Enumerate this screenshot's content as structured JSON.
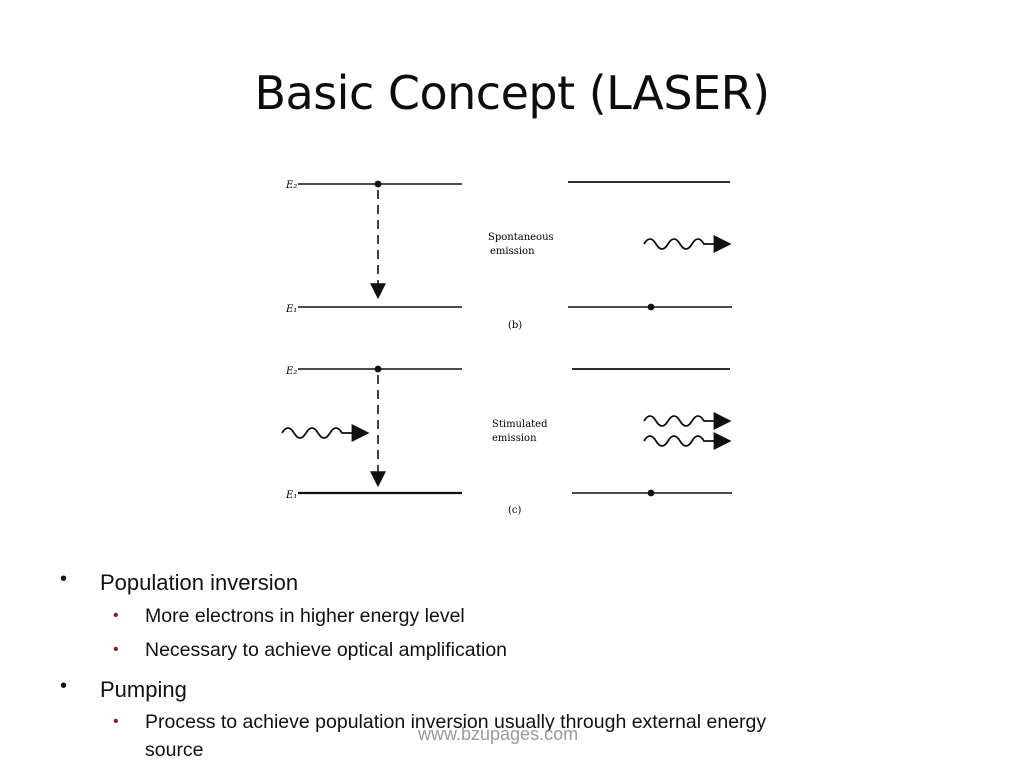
{
  "slide": {
    "title": "Basic Concept (LASER)"
  },
  "diagram": {
    "panel_b": {
      "upper_level_label": "E₂",
      "lower_level_label": "E₁",
      "process_label_line1": "Spontaneous",
      "process_label_line2": "emission",
      "caption": "(b)"
    },
    "panel_c": {
      "upper_level_label": "E₂",
      "lower_level_label": "E₁",
      "process_label_line1": "Stimulated",
      "process_label_line2": "emission",
      "caption": "(c)"
    }
  },
  "bullets": [
    {
      "text": "Population inversion",
      "sub": [
        "More electrons in higher energy level",
        "Necessary to achieve optical amplification"
      ]
    },
    {
      "text": "Pumping",
      "sub": [
        "Process to achieve population inversion usually through external energy",
        "source"
      ]
    }
  ],
  "watermark": "www.bzupages.com",
  "colors": {
    "sub_bullet": "#8b1e1e",
    "watermark": "#9a9a9a"
  }
}
